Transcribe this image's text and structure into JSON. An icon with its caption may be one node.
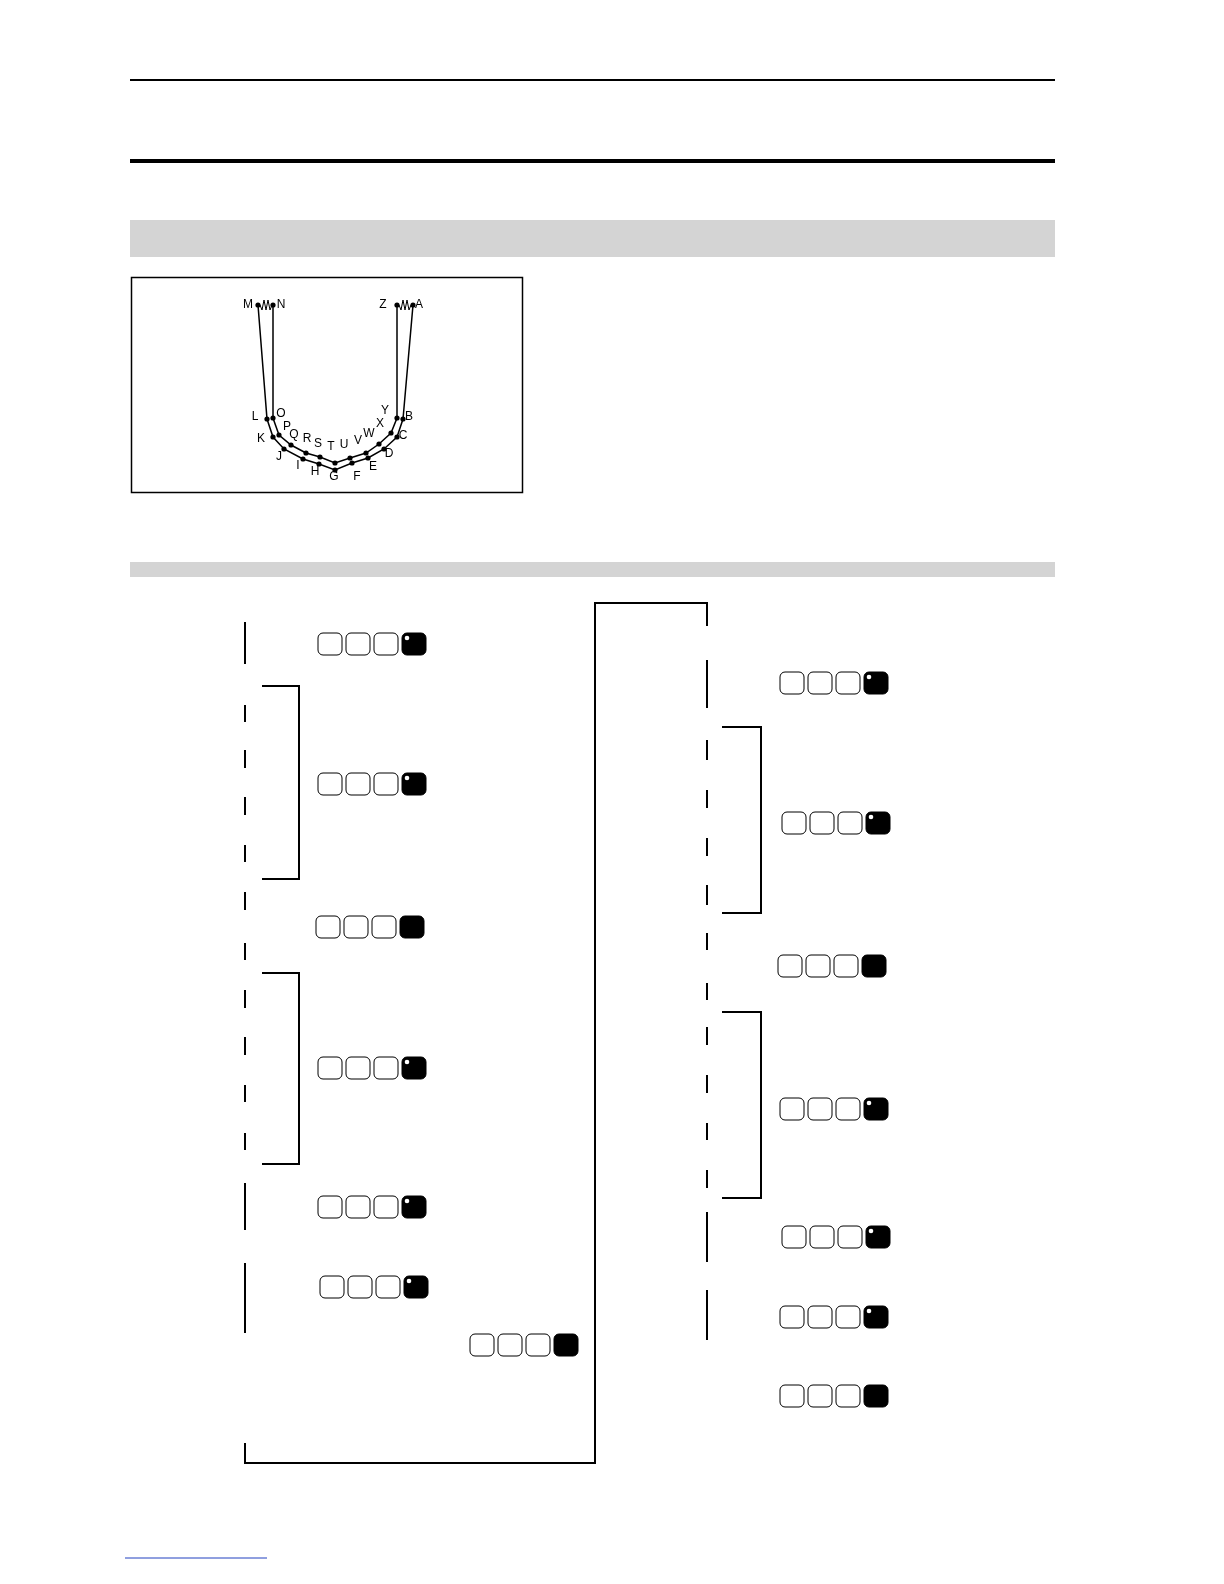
{
  "diagram": {
    "nodes": [
      {
        "text": [],
        "shape": "bar"
      },
      {
        "text": [],
        "shape": "bar"
      }
    ],
    "labels": [
      "M",
      "N",
      "Z",
      "A",
      "L",
      "O",
      "Y",
      "B",
      "X",
      "P",
      "Q",
      "W",
      "C",
      "K",
      "R",
      "S",
      "V",
      "T",
      "U",
      "D",
      "J",
      "E",
      "I",
      "F",
      "H",
      "G"
    ]
  }
}
